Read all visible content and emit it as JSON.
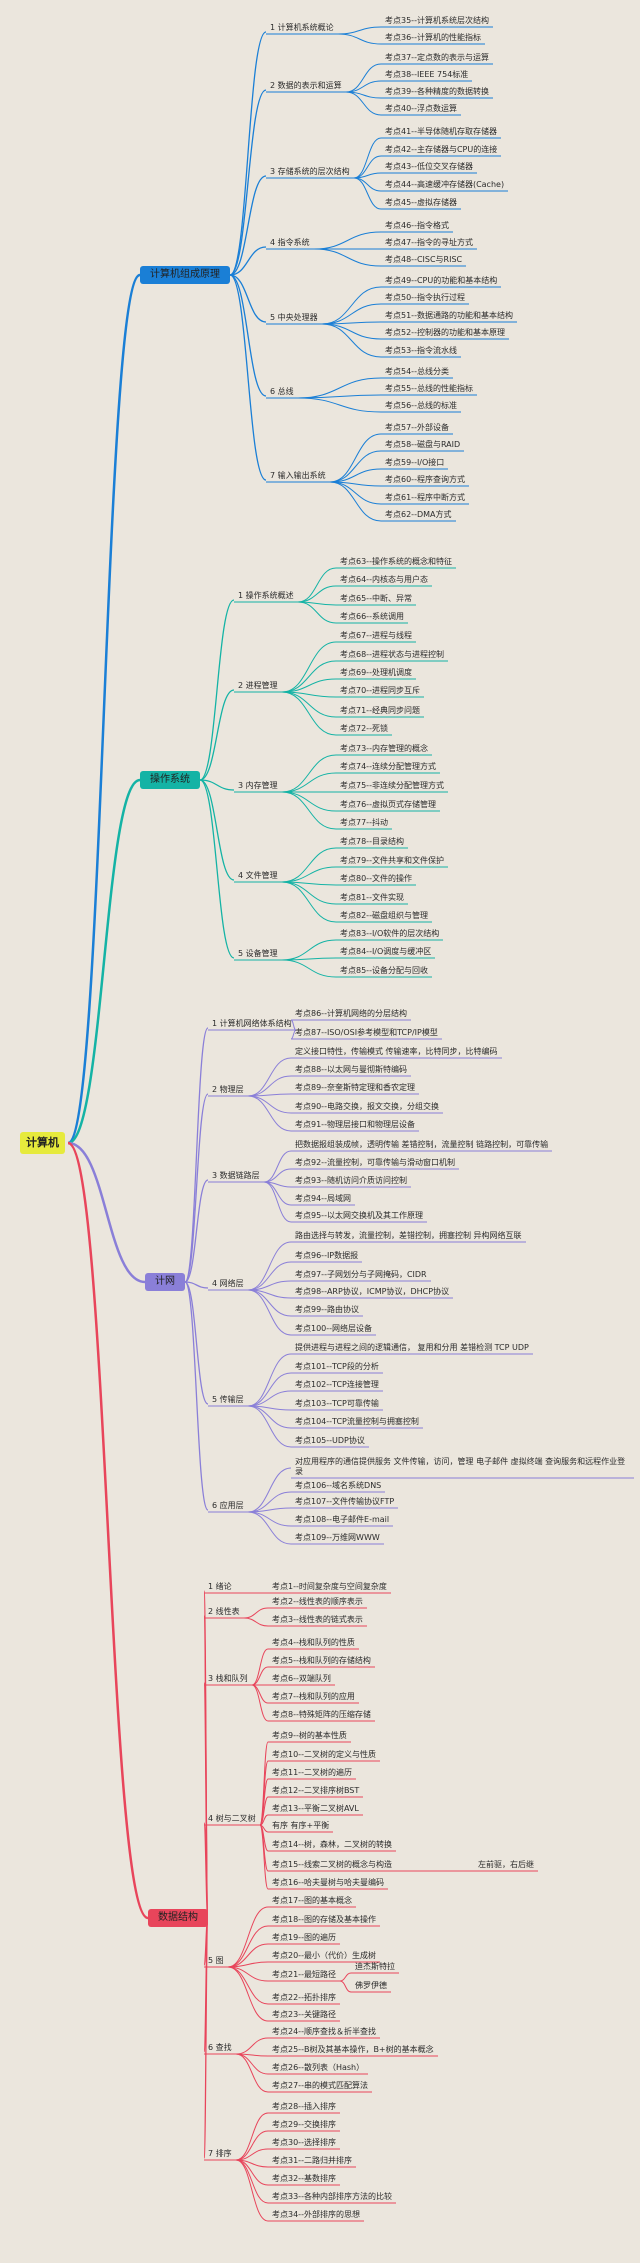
{
  "root": {
    "label": "计算机",
    "color": "#e6ea3c"
  },
  "branches": [
    {
      "label": "计算机组成原理",
      "color": "#1a7fd6",
      "text_color": "#222222",
      "groups": [
        {
          "label": "1 计算机系统概论",
          "items": [
            "考点35--计算机系统层次结构",
            "考点36--计算机的性能指标"
          ]
        },
        {
          "label": "2 数据的表示和运算",
          "items": [
            "考点37--定点数的表示与运算",
            "考点38--IEEE 754标准",
            "考点39--各种精度的数据转换",
            "考点40--浮点数运算"
          ]
        },
        {
          "label": "3 存储系统的层次结构",
          "items": [
            "考点41--半导体随机存取存储器",
            "考点42--主存储器与CPU的连接",
            "考点43--低位交叉存储器",
            "考点44--高速缓冲存储器(Cache)",
            "考点45--虚拟存储器"
          ]
        },
        {
          "label": "4 指令系统",
          "items": [
            "考点46--指令格式",
            "考点47--指令的寻址方式",
            "考点48--CISC与RISC"
          ]
        },
        {
          "label": "5 中央处理器",
          "items": [
            "考点49--CPU的功能和基本结构",
            "考点50--指令执行过程",
            "考点51--数据通路的功能和基本结构",
            "考点52--控制器的功能和基本原理",
            "考点53--指令流水线"
          ]
        },
        {
          "label": "6 总线",
          "items": [
            "考点54--总线分类",
            "考点55--总线的性能指标",
            "考点56--总线的标准"
          ]
        },
        {
          "label": "7 输入输出系统",
          "items": [
            "考点57--外部设备",
            "考点58--磁盘与RAID",
            "考点59--I/O接口",
            "考点60--程序查询方式",
            "考点61--程序中断方式",
            "考点62--DMA方式"
          ]
        }
      ]
    },
    {
      "label": "操作系统",
      "color": "#14b3a5",
      "text_color": "#222222",
      "groups": [
        {
          "label": "1 操作系统概述",
          "items": [
            "考点63--操作系统的概念和特征",
            "考点64--内核态与用户态",
            "考点65--中断、异常",
            "考点66--系统调用"
          ]
        },
        {
          "label": "2 进程管理",
          "items": [
            "考点67--进程与线程",
            "考点68--进程状态与进程控制",
            "考点69--处理机调度",
            "考点70--进程同步互斥",
            "考点71--经典同步问题",
            "考点72--死锁"
          ]
        },
        {
          "label": "3 内存管理",
          "items": [
            "考点73--内存管理的概念",
            "考点74--连续分配管理方式",
            "考点75--非连续分配管理方式",
            "考点76--虚拟页式存储管理",
            "考点77--抖动"
          ]
        },
        {
          "label": "4 文件管理",
          "items": [
            "考点78--目录结构",
            "考点79--文件共享和文件保护",
            "考点80--文件的操作",
            "考点81--文件实现",
            "考点82--磁盘组织与管理"
          ]
        },
        {
          "label": "5 设备管理",
          "items": [
            "考点83--I/O软件的层次结构",
            "考点84--I/O调度与缓冲区",
            "考点85--设备分配与回收"
          ]
        }
      ]
    },
    {
      "label": "计网",
      "color": "#8a7fd8",
      "text_color": "#222222",
      "groups": [
        {
          "label": "1 计算机网络体系结构",
          "items": [
            "考点86--计算机网络的分层结构",
            "考点87--ISO/OSI参考模型和TCP/IP模型"
          ]
        },
        {
          "label": "2 物理层",
          "items": [
            "定义接口特性，传输模式 传输速率，比特同步，比特编码",
            "考点88--以太网与曼彻斯特编码",
            "考点89--奈奎斯特定理和香农定理",
            "考点90--电路交换，报文交换，分组交换",
            "考点91--物理层接口和物理层设备"
          ]
        },
        {
          "label": "3 数据链路层",
          "items": [
            "把数据报组装成帧，透明传输 差错控制，流量控制 链路控制，可靠传输",
            "考点92--流量控制，可靠传输与滑动窗口机制",
            "考点93--随机访问介质访问控制",
            "考点94--局域网",
            "考点95--以太网交换机及其工作原理"
          ]
        },
        {
          "label": "4 网络层",
          "items": [
            "路由选择与转发，流量控制，差错控制，拥塞控制 异构网络互联",
            "考点96--IP数据报",
            "考点97--子网划分与子网掩码，CIDR",
            "考点98--ARP协议，ICMP协议，DHCP协议",
            "考点99--路由协议",
            "考点100--网络层设备"
          ]
        },
        {
          "label": "5 传输层",
          "items": [
            "提供进程与进程之间的逻辑通信， 复用和分用 差错检测 TCP UDP",
            "考点101--TCP段的分析",
            "考点102--TCP连接管理",
            "考点103--TCP可靠传输",
            "考点104--TCP流量控制与拥塞控制",
            "考点105--UDP协议"
          ]
        },
        {
          "label": "6 应用层",
          "items": [
            "对应用程序的通信提供服务 文件传输，访问，管理 电子邮件 虚拟终端 查询服务和远程作业登录",
            "考点106--域名系统DNS",
            "考点107--文件传输协议FTP",
            "考点108--电子邮件E-mail",
            "考点109--万维网WWW"
          ]
        }
      ]
    },
    {
      "label": "数据结构",
      "color": "#e8455b",
      "text_color": "#222222",
      "groups": [
        {
          "label": "1 绪论",
          "items": [
            "考点1--时间复杂度与空间复杂度"
          ]
        },
        {
          "label": "2 线性表",
          "items": [
            "考点2--线性表的顺序表示",
            "考点3--线性表的链式表示"
          ]
        },
        {
          "label": "3 栈和队列",
          "items": [
            "考点4--栈和队列的性质",
            "考点5--栈和队列的存储结构",
            "考点6--双端队列",
            "考点7--栈和队列的应用",
            "考点8--特殊矩阵的压缩存储"
          ]
        },
        {
          "label": "4 树与二叉树",
          "items": [
            "考点9--树的基本性质",
            "考点10--二叉树的定义与性质",
            "考点11--二叉树的遍历",
            "考点12--二叉排序树BST",
            "考点13--平衡二叉树AVL",
            "有序 有序+平衡",
            "考点14--树，森林，二叉树的转换",
            "考点15--线索二叉树的概念与构造",
            "考点16--哈夫曼树与哈夫曼编码"
          ],
          "extra": "左前驱，右后继"
        },
        {
          "label": "5 图",
          "items": [
            "考点17--图的基本概念",
            "考点18--图的存储及基本操作",
            "考点19--图的遍历",
            "考点20--最小（代价）生成树",
            "考点21--最短路径",
            "考点22--拓扑排序",
            "考点23--关键路径"
          ],
          "sub": [
            "迪杰斯特拉",
            "佛罗伊德"
          ]
        },
        {
          "label": "6 查找",
          "items": [
            "考点24--顺序查找＆折半查找",
            "考点25--B树及其基本操作，B+树的基本概念",
            "考点26--散列表（Hash）",
            "考点27--串的模式匹配算法"
          ]
        },
        {
          "label": "7 排序",
          "items": [
            "考点28--插入排序",
            "考点29--交换排序",
            "考点30--选择排序",
            "考点31--二路归并排序",
            "考点32--基数排序",
            "考点33--各种内部排序方法的比较",
            "考点34--外部排序的思想"
          ]
        }
      ]
    }
  ]
}
